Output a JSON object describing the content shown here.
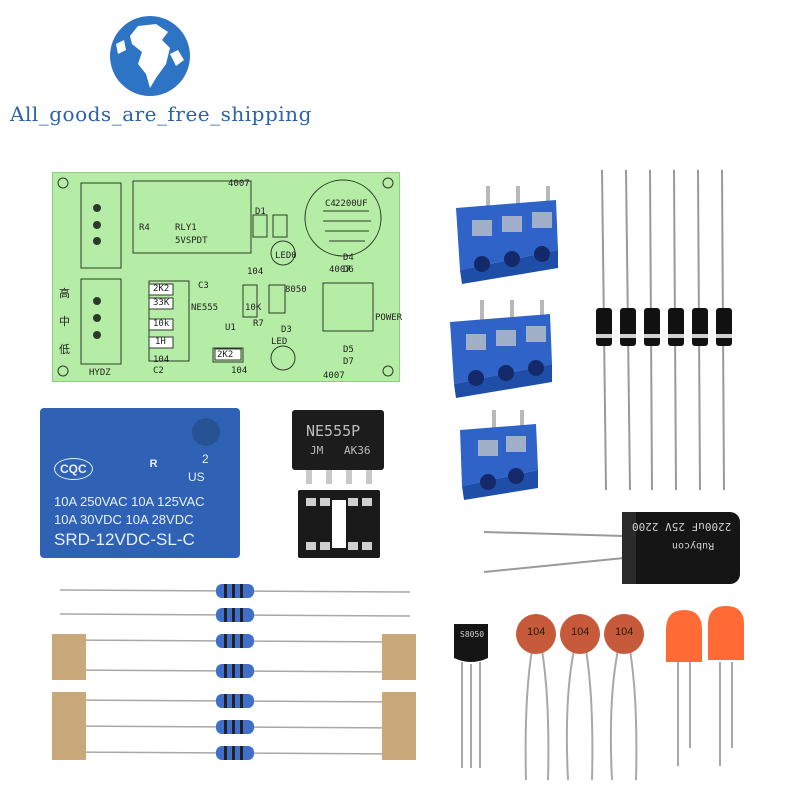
{
  "watermark": {
    "text": "All_goods_are_free_shipping",
    "logo": "globe-logo"
  },
  "pcb": {
    "labels": [
      "4007",
      "RLY1",
      "5VSPDT",
      "R4",
      "2K2",
      "33K",
      "10k",
      "1H",
      "NE555",
      "U1",
      "2K2",
      "104",
      "C2",
      "104",
      "C3",
      "LED",
      "D3",
      "8050",
      "104",
      "4007",
      "4007",
      "POWER",
      "D4",
      "D6",
      "D5",
      "D7",
      "2200UF",
      "C4",
      "HYDZ",
      "LED0",
      "D1",
      "R7",
      "10K"
    ],
    "chinese_labels": [
      "高",
      "中",
      "低"
    ]
  },
  "relay": {
    "cert_marks": [
      "CQC",
      "US",
      "2"
    ],
    "rating_line_1": "10A 250VAC  10A 125VAC",
    "rating_line_2": "10A  30VDC  10A  28VDC",
    "model": "SRD-12VDC-SL-C"
  },
  "ic": {
    "part": "NE555P",
    "code_left": "JM",
    "code_right": "AK36"
  },
  "capacitor_electrolytic": {
    "text": "2200uF 25V 2200",
    "brand": "Rubycon"
  },
  "ceramic_caps": [
    "104",
    "104",
    "104"
  ],
  "transistor": {
    "marking": "S8050"
  },
  "colors": {
    "terminal_blue": "#2f63c8",
    "pcb_green": "#b6eda6",
    "relay_blue": "#2f62b5",
    "led_orange": "#ff5a1f"
  }
}
